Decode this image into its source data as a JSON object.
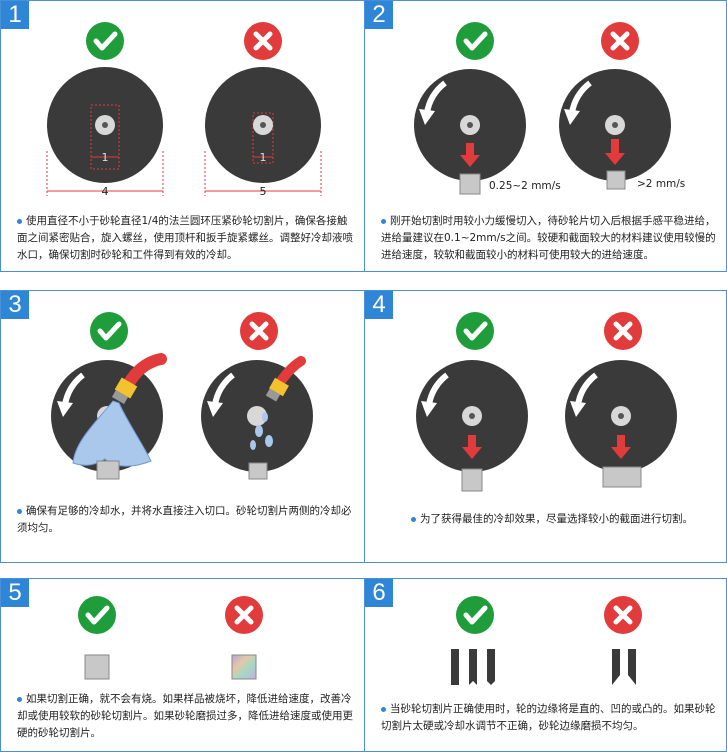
{
  "panels": [
    {
      "number": "1",
      "text": "使用直径不小于砂轮直径1/4的法兰圆环压紧砂轮切割片，确保各接触面之间紧密贴合，旋入螺丝，使用顶杆和扳手旋紧螺丝。调整好冷却液喷水口，确保切割时砂轮和工件得到有效的冷却。",
      "labels": {
        "dim_good": "4",
        "dim_bad": "5",
        "ratio_good": "1",
        "ratio_bad": "1"
      }
    },
    {
      "number": "2",
      "text": "刚开始切割时用较小力缓慢切入，待砂轮片切入后根据手感平稳进给，进给量建议在0.1~2mm/s之间。较硬和截面较大的材料建议使用较慢的进给速度，较软和截面较小的材料可使用较大的进给速度。",
      "labels": {
        "speed_good": "0.25~2 mm/s",
        "speed_bad": ">2 mm/s"
      }
    },
    {
      "number": "3",
      "text": "确保有足够的冷却水，并将水直接注入切口。砂轮切割片两侧的冷却必须均匀。"
    },
    {
      "number": "4",
      "text": "为了获得最佳的冷却效果，尽量选择较小的截面进行切割。"
    },
    {
      "number": "5",
      "text": "如果切割正确，就不会有烧。如果样品被烧坏，降低进给速度，改善冷却或使用较软的砂轮切割片。如果砂轮磨损过多，降低进给速度或使用更硬的砂轮切割片。"
    },
    {
      "number": "6",
      "text": "当砂轮切割片正确使用时，轮的边缘将是直的、凹的或凸的。如果砂轮切割片太硬或冷却水调节不正确，砂轮边缘磨损不均匀。"
    }
  ],
  "icons": {
    "good": "check-icon",
    "bad": "cross-icon"
  },
  "colors": {
    "accent": "#2f86d6",
    "good": "#1f9d3b",
    "bad": "#e23b3b",
    "wheel": "#3a3a3a",
    "water": "#a9c8ec"
  }
}
